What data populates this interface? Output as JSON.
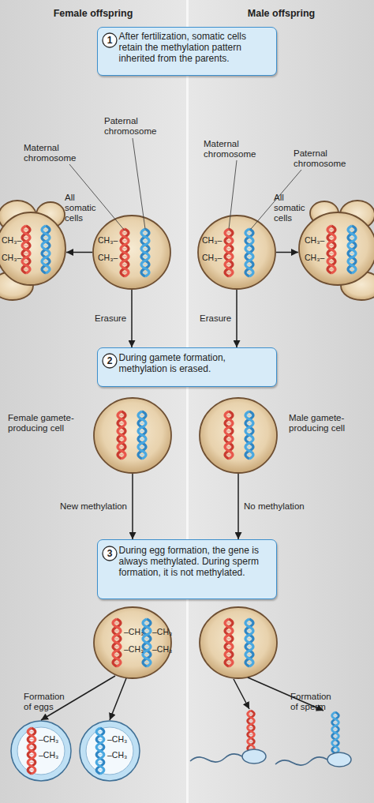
{
  "diagram": {
    "nodes": [
      {
        "text": [
          "Female offspring"
        ]
      },
      {
        "text": [
          "Male offspring"
        ]
      },
      {
        "text": [
          "After fertilization, somatic cells retain the methylation pattern inherited from the parents."
        ]
      },
      {
        "text": [
          "1"
        ],
        "in": 2
      },
      {
        "text": [
          "CH₃–",
          "CH₃–"
        ],
        "in": 0
      },
      {
        "text": [
          "CH₃–",
          "CH₃–"
        ],
        "in": 0
      },
      {
        "text": [
          "CH₃–",
          "CH₃–"
        ],
        "in": 1
      },
      {
        "text": [
          "CH₃–",
          "CH₃–"
        ],
        "in": 1
      },
      {
        "text": [
          "During gamete formation, methylation is erased."
        ]
      },
      {
        "text": [
          "2"
        ],
        "in": 8
      },
      {
        "text": [
          "Female gamete-producing cell"
        ],
        "in": 0
      },
      {
        "text": [
          "Male gamete-producing cell"
        ],
        "in": 1
      },
      {
        "text": [
          "During egg formation, the gene is always methylated. During sperm formation, it is not methylated."
        ]
      },
      {
        "text": [
          "3"
        ],
        "in": 12
      },
      {
        "text": [
          "–CH₃",
          "–CH₃",
          "–CH₃",
          "–CH₃"
        ],
        "in": 0
      },
      {
        "text": [
          "–CH₃",
          "–CH₃"
        ],
        "in": 0
      },
      {
        "text": [
          "–CH₃",
          "–CH₃"
        ],
        "in": 0
      }
    ],
    "edges": [
      {
        "from": 5,
        "to": 4,
        "arrow": "to"
      },
      {
        "from": 6,
        "to": 7,
        "arrow": "to"
      },
      {
        "from": 5,
        "to": 8,
        "label": "Erasure",
        "arrow": "to"
      },
      {
        "from": 6,
        "to": 8,
        "label": "Erasure",
        "arrow": "to"
      },
      {
        "from": 10,
        "to": 12,
        "label": "New methylation",
        "arrow": "to"
      },
      {
        "from": 11,
        "to": 12,
        "label": "No methylation",
        "arrow": "to"
      },
      {
        "from": 14,
        "to": 15,
        "arrow": "to"
      },
      {
        "from": 14,
        "to": 16,
        "arrow": "to"
      }
    ],
    "labels": [
      "Maternal chromosome",
      "Paternal chromosome",
      "Maternal chromosome",
      "Paternal chromosome",
      "All somatic cells",
      "All somatic cells",
      "Formation of eggs",
      "Formation of sperm"
    ]
  }
}
